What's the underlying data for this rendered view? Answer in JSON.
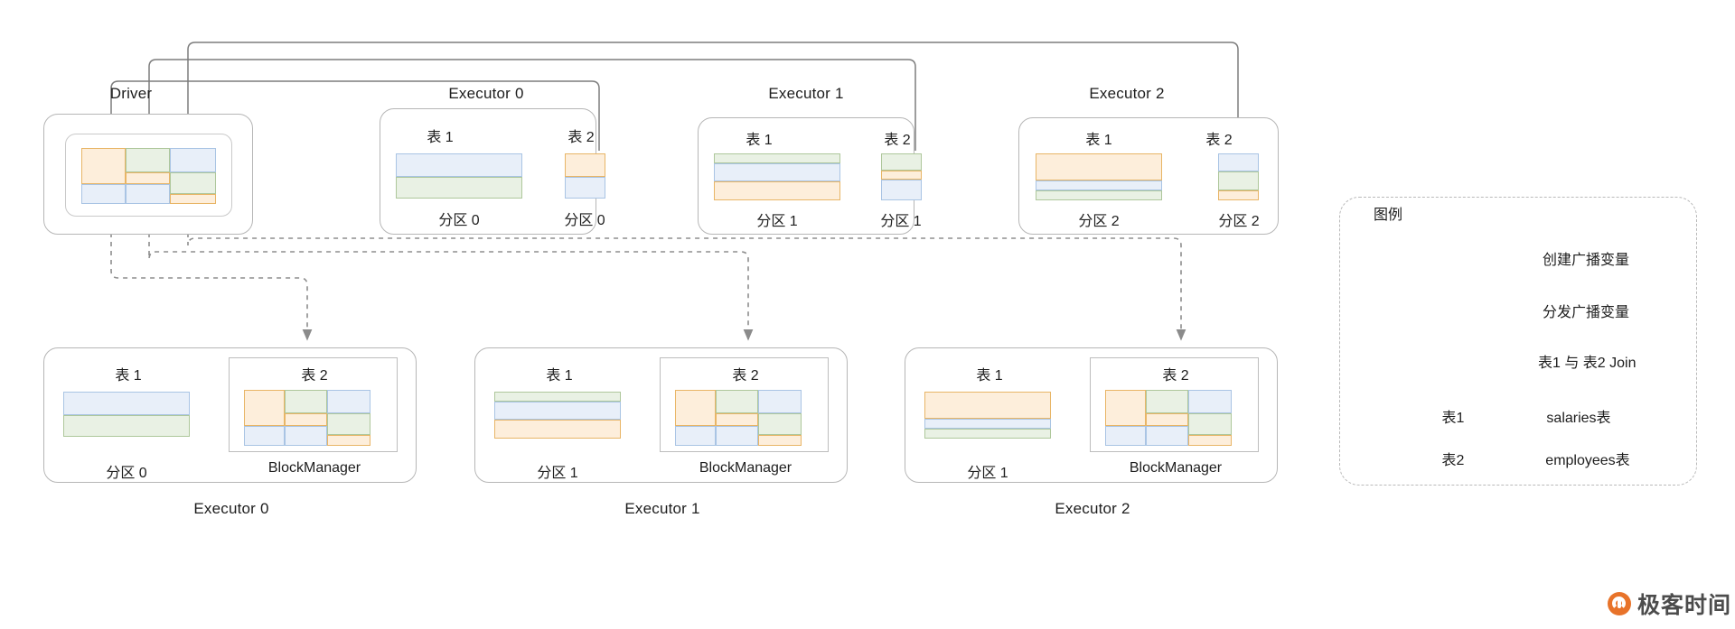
{
  "diagram": {
    "title_hidden": "Spark Broadcast Join data distribution diagram",
    "table_names": {
      "t1": "表 1",
      "t2": "表 2"
    }
  },
  "top_row": {
    "driver": {
      "label": "Driver",
      "table_caption": "",
      "grid": {
        "columns": 3,
        "cells": [
          {
            "color": "orange",
            "col": 0,
            "row_span": "tall"
          },
          {
            "color": "green",
            "col": 1,
            "row_span": "short"
          },
          {
            "color": "blue",
            "col": 2,
            "row_span": "short"
          },
          {
            "color": "orange",
            "col": 1,
            "row_span": "thin"
          },
          {
            "color": "green",
            "col": 2,
            "row_span": "mid"
          },
          {
            "color": "blue",
            "col": 0,
            "row_span": "mid"
          },
          {
            "color": "blue",
            "col": 1,
            "row_span": "mid"
          },
          {
            "color": "orange",
            "col": 2,
            "row_span": "thin"
          }
        ]
      }
    },
    "executors": [
      {
        "label": "Executor 0",
        "t1_caption": "表 1",
        "t2_caption": "表 2",
        "t1_partition": "分区 0",
        "t2_partition": "分区 0",
        "t1_rows": [
          {
            "color": "blue",
            "h": 26
          },
          {
            "color": "green",
            "h": 24
          }
        ],
        "t2_rows": [
          {
            "color": "orange",
            "h": 26
          },
          {
            "color": "blue",
            "h": 24
          }
        ]
      },
      {
        "label": "Executor 1",
        "t1_caption": "表 1",
        "t2_caption": "表 2",
        "t1_partition": "分区 1",
        "t2_partition": "分区 1",
        "t1_rows": [
          {
            "color": "green",
            "h": 10
          },
          {
            "color": "blue",
            "h": 20
          },
          {
            "color": "orange",
            "h": 20
          }
        ],
        "t2_rows": [
          {
            "color": "green",
            "h": 18
          },
          {
            "color": "orange",
            "h": 9
          },
          {
            "color": "blue",
            "h": 23
          }
        ]
      },
      {
        "label": "Executor 2",
        "t1_caption": "表 1",
        "t2_caption": "表 2",
        "t1_partition": "分区 2",
        "t2_partition": "分区 2",
        "t1_rows": [
          {
            "color": "orange",
            "h": 28
          },
          {
            "color": "blue",
            "h": 12
          },
          {
            "color": "green",
            "h": 10
          }
        ],
        "t2_rows": [
          {
            "color": "blue",
            "h": 20
          },
          {
            "color": "green",
            "h": 20
          },
          {
            "color": "orange",
            "h": 10
          }
        ]
      }
    ]
  },
  "bottom_row": {
    "executors": [
      {
        "label": "Executor 0",
        "t1_caption": "表 1",
        "t2_caption": "表 2",
        "t1_partition": "分区 0",
        "blockmanager_label": "BlockManager",
        "t1_rows": [
          {
            "color": "blue",
            "h": 26
          },
          {
            "color": "green",
            "h": 24
          }
        ]
      },
      {
        "label": "Executor 1",
        "t1_caption": "表 1",
        "t2_caption": "表 2",
        "t1_partition": "分区 1",
        "blockmanager_label": "BlockManager",
        "t1_rows": [
          {
            "color": "green",
            "h": 11
          },
          {
            "color": "blue",
            "h": 20
          },
          {
            "color": "orange",
            "h": 21
          }
        ]
      },
      {
        "label": "Executor 2",
        "t1_caption": "表 1",
        "t2_caption": "表 2",
        "t1_partition": "分区 1",
        "blockmanager_label": "BlockManager",
        "t1_rows": [
          {
            "color": "orange",
            "h": 30
          },
          {
            "color": "blue",
            "h": 11
          },
          {
            "color": "green",
            "h": 10
          }
        ]
      }
    ]
  },
  "legend": {
    "title": "图例",
    "rows": [
      {
        "arrow": "solid-right",
        "text": "创建广播变量"
      },
      {
        "arrow": "dashed-right",
        "text": "分发广播变量"
      },
      {
        "arrow": "double",
        "text": "表1 与 表2 Join"
      }
    ],
    "pairs": [
      {
        "left": "表1",
        "right": "salaries表"
      },
      {
        "left": "表2",
        "right": "employees表"
      }
    ]
  },
  "watermark": {
    "text": "极客时间",
    "logo_icon": "geekbang-logo-icon",
    "logo_color": "#e8732a"
  },
  "colors": {
    "blue_fill": "#e8eff9",
    "blue_stroke": "#a9c4e4",
    "green_fill": "#e9f1e4",
    "green_stroke": "#aec79b",
    "orange_fill": "#fdeedb",
    "orange_stroke": "#e8b566",
    "shell_stroke": "#b6b6b6",
    "wire": "#7d7d7d",
    "dashed_wire": "#8e8e8e",
    "join_arrow": "#595959"
  }
}
